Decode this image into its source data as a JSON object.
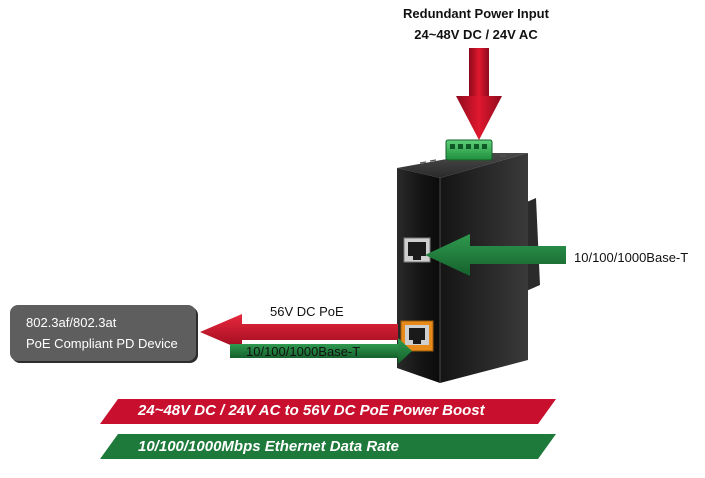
{
  "power_input": {
    "title": "Redundant Power Input",
    "spec": "24~48V DC / 24V AC"
  },
  "ports": {
    "uplink_label": "10/100/1000Base-T",
    "poe_out_label": "56V DC PoE",
    "data_out_label": "10/100/1000Base-T"
  },
  "pd_device": {
    "line1": "802.3af/802.3at",
    "line2": "PoE Compliant PD Device"
  },
  "banners": {
    "power": "24~48V DC / 24V AC to 56V DC PoE Power Boost",
    "data": "10/100/1000Mbps Ethernet Data Rate"
  },
  "colors": {
    "power_red": "#c8102e",
    "data_green": "#1d7a3a",
    "box_gray": "#5e5e5e"
  }
}
